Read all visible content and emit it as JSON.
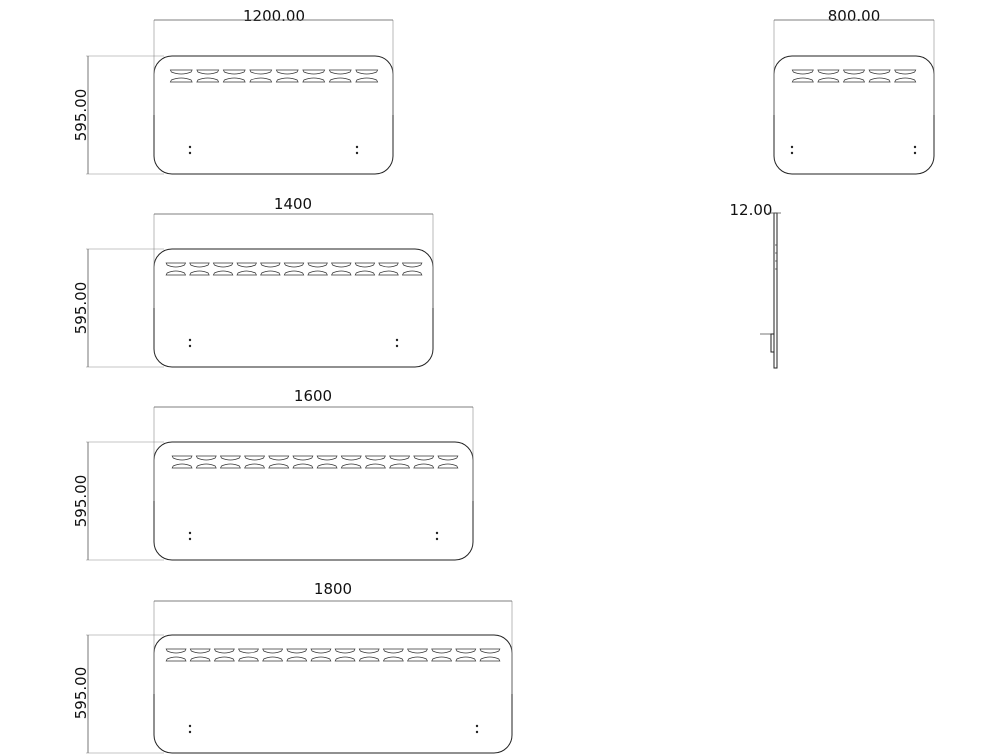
{
  "drawing": {
    "panels": [
      {
        "id": "p1200",
        "width_label": "1200.00",
        "height_label": "595.00",
        "slot_count": 8
      },
      {
        "id": "p1400",
        "width_label": "1400",
        "height_label": "595.00",
        "slot_count": 11
      },
      {
        "id": "p1600",
        "width_label": "1600",
        "height_label": "595.00",
        "slot_count": 12
      },
      {
        "id": "p1800",
        "width_label": "1800",
        "height_label": "595.00",
        "slot_count": 14
      },
      {
        "id": "p800",
        "width_label": "800.00",
        "height_label": "",
        "slot_count": 5
      }
    ],
    "side_view": {
      "thickness_label": "12.00"
    },
    "colors": {
      "line": "#222222",
      "dimension": "#555555",
      "background": "#ffffff"
    }
  }
}
